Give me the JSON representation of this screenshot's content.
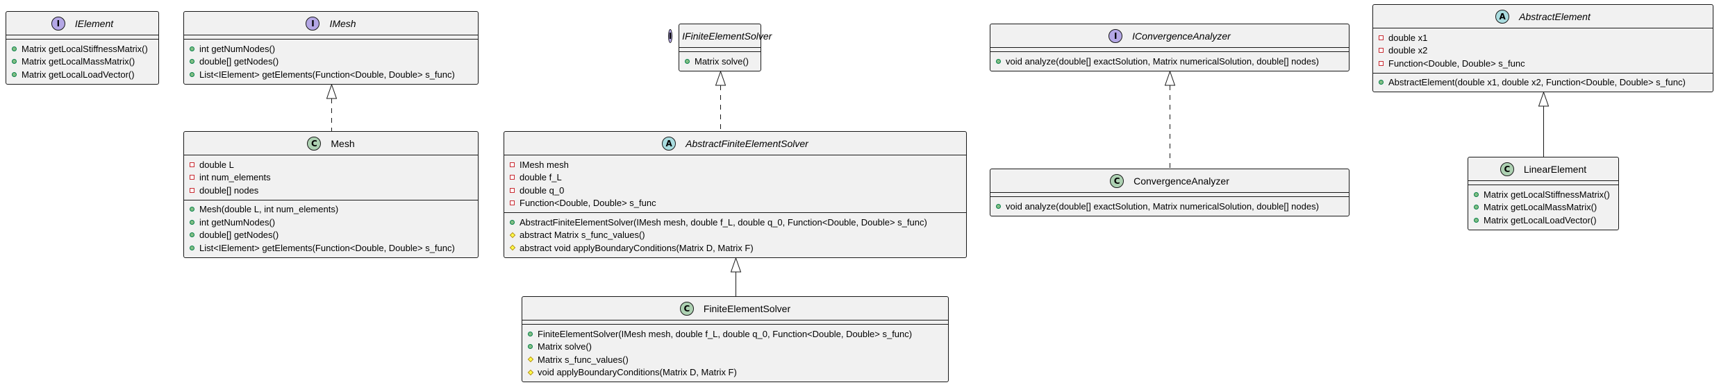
{
  "diagram": {
    "classes": [
      {
        "id": "IElement",
        "kind": "interface",
        "badge": "I",
        "name": "IElement",
        "italic": true,
        "fields": [],
        "methods": [
          {
            "vis": "public",
            "text": "Matrix getLocalStiffnessMatrix()"
          },
          {
            "vis": "public",
            "text": "Matrix getLocalMassMatrix()"
          },
          {
            "vis": "public",
            "text": "Matrix getLocalLoadVector()"
          }
        ]
      },
      {
        "id": "IMesh",
        "kind": "interface",
        "badge": "I",
        "name": "IMesh",
        "italic": true,
        "fields": [],
        "methods": [
          {
            "vis": "public",
            "text": "int getNumNodes()"
          },
          {
            "vis": "public",
            "text": "double[] getNodes()"
          },
          {
            "vis": "public",
            "text": "List<IElement> getElements(Function<Double, Double> s_func)"
          }
        ]
      },
      {
        "id": "Mesh",
        "kind": "class",
        "badge": "C",
        "name": "Mesh",
        "italic": false,
        "fields": [
          {
            "vis": "private",
            "text": "double L"
          },
          {
            "vis": "private",
            "text": "int num_elements"
          },
          {
            "vis": "private",
            "text": "double[] nodes"
          }
        ],
        "methods": [
          {
            "vis": "public",
            "text": "Mesh(double L, int num_elements)"
          },
          {
            "vis": "public",
            "text": "int getNumNodes()"
          },
          {
            "vis": "public",
            "text": "double[] getNodes()"
          },
          {
            "vis": "public",
            "text": "List<IElement> getElements(Function<Double, Double> s_func)"
          }
        ]
      },
      {
        "id": "IFiniteElementSolver",
        "kind": "interface",
        "badge": "I",
        "name": "IFiniteElementSolver",
        "italic": true,
        "fields": [],
        "methods": [
          {
            "vis": "public",
            "text": "Matrix solve()"
          }
        ]
      },
      {
        "id": "AbstractFiniteElementSolver",
        "kind": "abstract",
        "badge": "A",
        "name": "AbstractFiniteElementSolver",
        "italic": true,
        "fields": [
          {
            "vis": "private",
            "text": "IMesh mesh"
          },
          {
            "vis": "private",
            "text": "double f_L"
          },
          {
            "vis": "private",
            "text": "double q_0"
          },
          {
            "vis": "private",
            "text": "Function<Double, Double> s_func"
          }
        ],
        "methods": [
          {
            "vis": "public",
            "text": "AbstractFiniteElementSolver(IMesh mesh, double f_L, double q_0, Function<Double, Double> s_func)"
          },
          {
            "vis": "protected",
            "text": "abstract Matrix s_func_values()"
          },
          {
            "vis": "protected",
            "text": "abstract void applyBoundaryConditions(Matrix D, Matrix F)"
          }
        ]
      },
      {
        "id": "FiniteElementSolver",
        "kind": "class",
        "badge": "C",
        "name": "FiniteElementSolver",
        "italic": false,
        "fields": [],
        "methods": [
          {
            "vis": "public",
            "text": "FiniteElementSolver(IMesh mesh, double f_L, double q_0, Function<Double, Double> s_func)"
          },
          {
            "vis": "public",
            "text": "Matrix solve()"
          },
          {
            "vis": "protected",
            "text": "Matrix s_func_values()"
          },
          {
            "vis": "protected",
            "text": "void applyBoundaryConditions(Matrix D, Matrix F)"
          }
        ]
      },
      {
        "id": "IConvergenceAnalyzer",
        "kind": "interface",
        "badge": "I",
        "name": "IConvergenceAnalyzer",
        "italic": true,
        "fields": [],
        "methods": [
          {
            "vis": "public",
            "text": "void analyze(double[] exactSolution, Matrix numericalSolution, double[] nodes)"
          }
        ]
      },
      {
        "id": "ConvergenceAnalyzer",
        "kind": "class",
        "badge": "C",
        "name": "ConvergenceAnalyzer",
        "italic": false,
        "fields": [],
        "methods": [
          {
            "vis": "public",
            "text": "void analyze(double[] exactSolution, Matrix numericalSolution, double[] nodes)"
          }
        ]
      },
      {
        "id": "AbstractElement",
        "kind": "abstract",
        "badge": "A",
        "name": "AbstractElement",
        "italic": true,
        "fields": [
          {
            "vis": "private",
            "text": "double x1"
          },
          {
            "vis": "private",
            "text": "double x2"
          },
          {
            "vis": "private",
            "text": "Function<Double, Double> s_func"
          }
        ],
        "methods": [
          {
            "vis": "public",
            "text": "AbstractElement(double x1, double x2, Function<Double, Double> s_func)"
          }
        ]
      },
      {
        "id": "LinearElement",
        "kind": "class",
        "badge": "C",
        "name": "LinearElement",
        "italic": false,
        "fields": [],
        "methods": [
          {
            "vis": "public",
            "text": "Matrix getLocalStiffnessMatrix()"
          },
          {
            "vis": "public",
            "text": "Matrix getLocalMassMatrix()"
          },
          {
            "vis": "public",
            "text": "Matrix getLocalLoadVector()"
          }
        ]
      }
    ],
    "relations": [
      {
        "from": "Mesh",
        "to": "IMesh",
        "type": "realization"
      },
      {
        "from": "AbstractFiniteElementSolver",
        "to": "IFiniteElementSolver",
        "type": "realization"
      },
      {
        "from": "FiniteElementSolver",
        "to": "AbstractFiniteElementSolver",
        "type": "inheritance"
      },
      {
        "from": "ConvergenceAnalyzer",
        "to": "IConvergenceAnalyzer",
        "type": "realization"
      },
      {
        "from": "LinearElement",
        "to": "AbstractElement",
        "type": "inheritance"
      }
    ],
    "colors": {
      "box_fill": "#f1f1f1",
      "border": "#181818",
      "interface_badge": "#b4a7e5",
      "class_badge": "#add1b2",
      "abstract_badge": "#a9dcdf",
      "public": "#84be84",
      "private": "#c82930",
      "protected": "#ffff44"
    }
  }
}
